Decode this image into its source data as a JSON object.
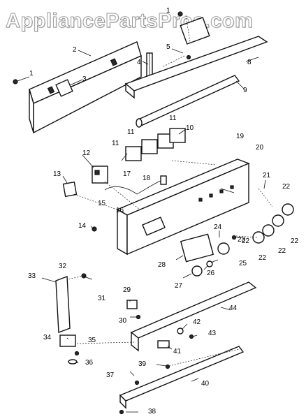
{
  "watermark": "AppliancePartsPros.com",
  "callouts": [
    {
      "id": "1",
      "label": "1"
    },
    {
      "id": "1b",
      "label": "1"
    },
    {
      "id": "2",
      "label": "2"
    },
    {
      "id": "3",
      "label": "3"
    },
    {
      "id": "4",
      "label": "4"
    },
    {
      "id": "5",
      "label": "5"
    },
    {
      "id": "8",
      "label": "8"
    },
    {
      "id": "9",
      "label": "9"
    },
    {
      "id": "10",
      "label": "10"
    },
    {
      "id": "11a",
      "label": "11"
    },
    {
      "id": "11b",
      "label": "11"
    },
    {
      "id": "11c",
      "label": "11"
    },
    {
      "id": "12",
      "label": "12"
    },
    {
      "id": "13",
      "label": "13"
    },
    {
      "id": "14",
      "label": "14"
    },
    {
      "id": "15",
      "label": "15"
    },
    {
      "id": "16",
      "label": "16"
    },
    {
      "id": "17",
      "label": "17"
    },
    {
      "id": "18",
      "label": "18"
    },
    {
      "id": "19",
      "label": "19"
    },
    {
      "id": "20",
      "label": "20"
    },
    {
      "id": "21",
      "label": "21"
    },
    {
      "id": "22a",
      "label": "22"
    },
    {
      "id": "22b",
      "label": "22"
    },
    {
      "id": "22c",
      "label": "22"
    },
    {
      "id": "22d",
      "label": "22"
    },
    {
      "id": "22e",
      "label": "22"
    },
    {
      "id": "23",
      "label": "23"
    },
    {
      "id": "24",
      "label": "24"
    },
    {
      "id": "25",
      "label": "25"
    },
    {
      "id": "26",
      "label": "26"
    },
    {
      "id": "27",
      "label": "27"
    },
    {
      "id": "28",
      "label": "28"
    },
    {
      "id": "29",
      "label": "29"
    },
    {
      "id": "30",
      "label": "30"
    },
    {
      "id": "31",
      "label": "31"
    },
    {
      "id": "32",
      "label": "32"
    },
    {
      "id": "33",
      "label": "33"
    },
    {
      "id": "34",
      "label": "34"
    },
    {
      "id": "35",
      "label": "35"
    },
    {
      "id": "36",
      "label": "36"
    },
    {
      "id": "37",
      "label": "37"
    },
    {
      "id": "38",
      "label": "38"
    },
    {
      "id": "39",
      "label": "39"
    },
    {
      "id": "40",
      "label": "40"
    },
    {
      "id": "41",
      "label": "41"
    },
    {
      "id": "42",
      "label": "42"
    },
    {
      "id": "43",
      "label": "43"
    },
    {
      "id": "44",
      "label": "44"
    }
  ]
}
